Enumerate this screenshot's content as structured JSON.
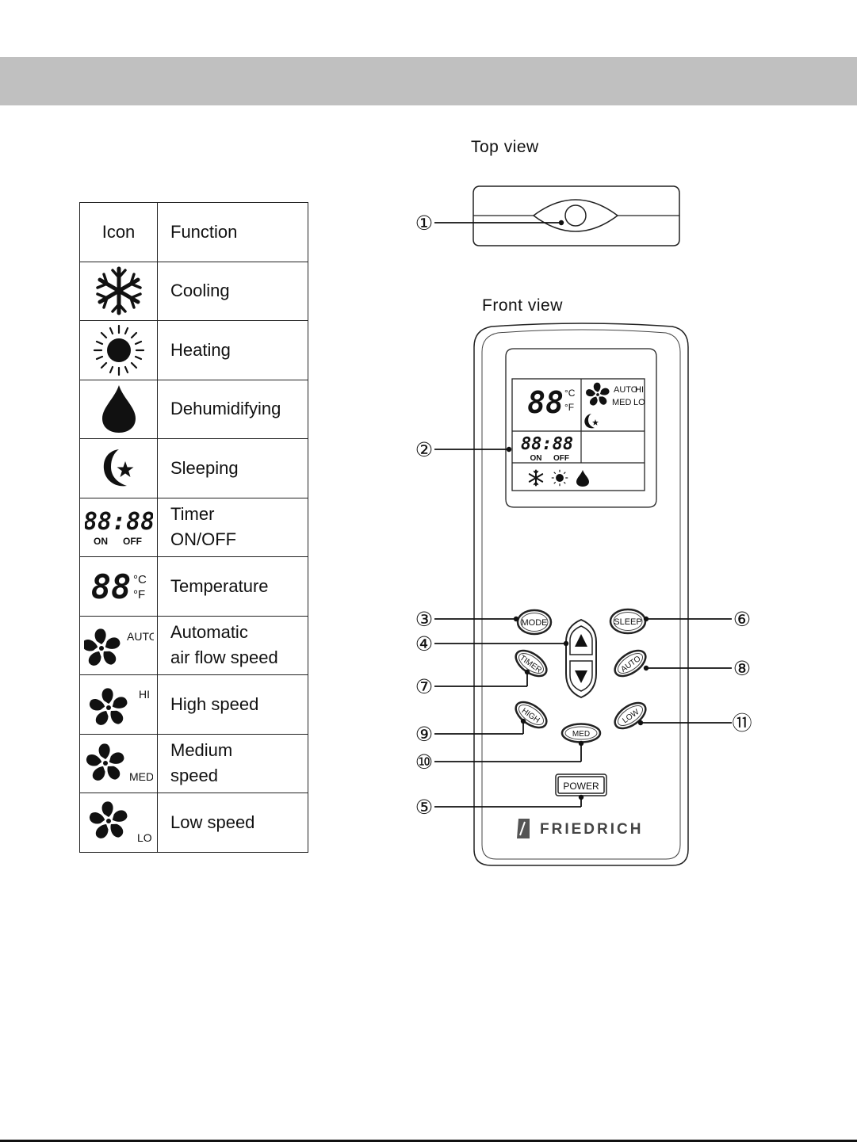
{
  "legend": {
    "header": {
      "icon": "Icon",
      "function": "Function"
    },
    "rows": [
      {
        "icon": "snowflake-icon",
        "label": "Cooling"
      },
      {
        "icon": "sun-icon",
        "label": "Heating"
      },
      {
        "icon": "water-drop-icon",
        "label": "Dehumidifying"
      },
      {
        "icon": "moon-star-icon",
        "label": "Sleeping"
      },
      {
        "icon": "timer-display-icon",
        "label_line1": "Timer",
        "label_line2": "ON/OFF",
        "icon_text": {
          "digits": "88:88",
          "on": "ON",
          "off": "OFF"
        }
      },
      {
        "icon": "temperature-display-icon",
        "label": "Temperature",
        "icon_text": {
          "digits": "88",
          "c": "°C",
          "f": "°F"
        }
      },
      {
        "icon": "fan-auto-icon",
        "label_line1": "Automatic",
        "label_line2": "air flow speed",
        "icon_text": "AUTO"
      },
      {
        "icon": "fan-hi-icon",
        "label": "High speed",
        "icon_text": "HI"
      },
      {
        "icon": "fan-med-icon",
        "label_line1": "Medium",
        "label_line2": "speed",
        "icon_text": "MED"
      },
      {
        "icon": "fan-lo-icon",
        "label": "Low speed",
        "icon_text": "LO"
      }
    ]
  },
  "diagram": {
    "top_view_title": "Top view",
    "front_view_title": "Front view",
    "lcd": {
      "temp_digits": "88",
      "unit_c": "°C",
      "unit_f": "°F",
      "auto": "AUTO",
      "hi": "HI",
      "med": "MED",
      "lo": "LO",
      "timer_digits": "88:88",
      "on": "ON",
      "off": "OFF"
    },
    "buttons": {
      "mode": "MODE",
      "sleep": "SLEEP",
      "timer": "TIMER",
      "auto": "AUTO",
      "high": "HIGH",
      "low": "LOW",
      "med": "MED",
      "power": "POWER"
    },
    "brand": "FRIEDRICH",
    "callouts": [
      "①",
      "②",
      "③",
      "④",
      "⑤",
      "⑥",
      "⑦",
      "⑧",
      "⑨",
      "⑩",
      "⑪"
    ]
  }
}
